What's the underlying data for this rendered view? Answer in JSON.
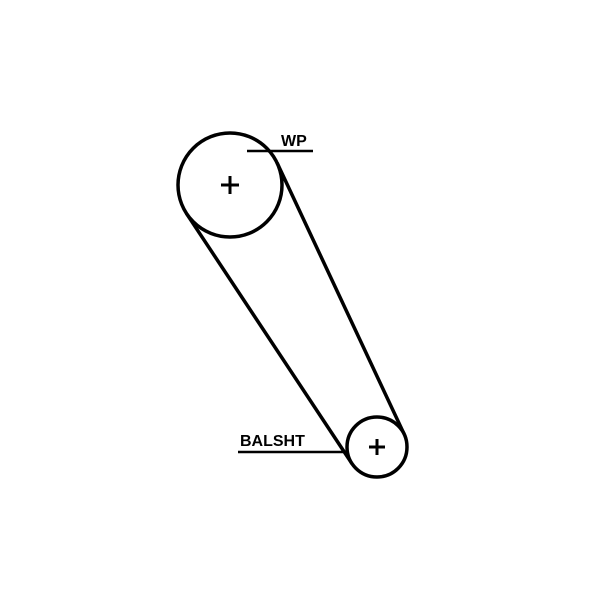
{
  "diagram": {
    "type": "belt-routing",
    "background_color": "#ffffff",
    "line_color": "#000000",
    "pulleys": [
      {
        "id": "wp",
        "label": "WP",
        "size": "large"
      },
      {
        "id": "balsht",
        "label": "BALSHT",
        "size": "small"
      }
    ],
    "belt": {
      "description": "timing belt connecting WP pulley (top left, large) to BALSHT pulley (bottom right, small)"
    }
  }
}
